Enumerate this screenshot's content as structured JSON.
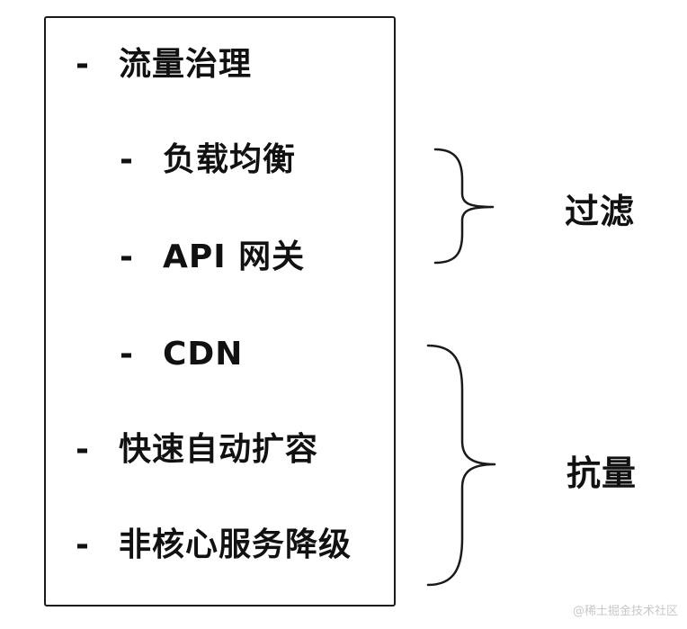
{
  "outline": {
    "items": [
      {
        "dash": "-",
        "label": "流量治理"
      },
      {
        "dash": "-",
        "label": "负载均衡"
      },
      {
        "dash": "-",
        "label": "API 网关"
      },
      {
        "dash": "-",
        "label": "CDN"
      },
      {
        "dash": "-",
        "label": "快速自动扩容"
      },
      {
        "dash": "-",
        "label": "非核心服务降级"
      }
    ]
  },
  "groups": {
    "filter": {
      "label": "过滤"
    },
    "resist": {
      "label": "抗量"
    }
  },
  "watermark": "@稀土掘金技术社区"
}
